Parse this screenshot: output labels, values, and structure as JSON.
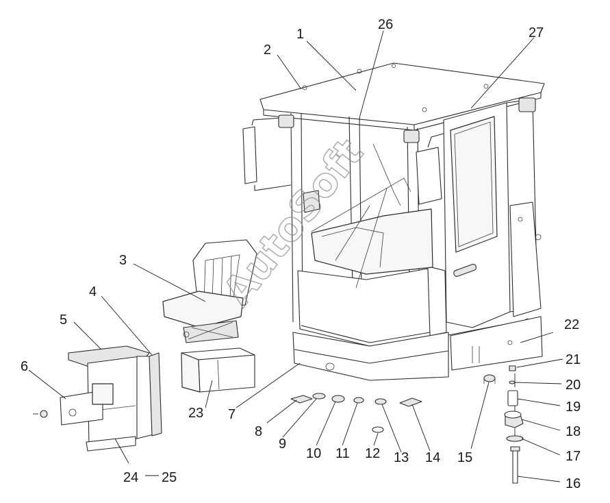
{
  "watermark": "AutoSoft",
  "callouts": [
    {
      "id": "1",
      "label": "1"
    },
    {
      "id": "2",
      "label": "2"
    },
    {
      "id": "3",
      "label": "3"
    },
    {
      "id": "4",
      "label": "4"
    },
    {
      "id": "5",
      "label": "5"
    },
    {
      "id": "6",
      "label": "6"
    },
    {
      "id": "7",
      "label": "7"
    },
    {
      "id": "8",
      "label": "8"
    },
    {
      "id": "9",
      "label": "9"
    },
    {
      "id": "10",
      "label": "10"
    },
    {
      "id": "11",
      "label": "11"
    },
    {
      "id": "12",
      "label": "12"
    },
    {
      "id": "13",
      "label": "13"
    },
    {
      "id": "14",
      "label": "14"
    },
    {
      "id": "15",
      "label": "15"
    },
    {
      "id": "16",
      "label": "16"
    },
    {
      "id": "17",
      "label": "17"
    },
    {
      "id": "18",
      "label": "18"
    },
    {
      "id": "19",
      "label": "19"
    },
    {
      "id": "20",
      "label": "20"
    },
    {
      "id": "21",
      "label": "21"
    },
    {
      "id": "22",
      "label": "22"
    },
    {
      "id": "23",
      "label": "23"
    },
    {
      "id": "24",
      "label": "24"
    },
    {
      "id": "25",
      "label": "25"
    },
    {
      "id": "26",
      "label": "26"
    },
    {
      "id": "27",
      "label": "27"
    }
  ]
}
